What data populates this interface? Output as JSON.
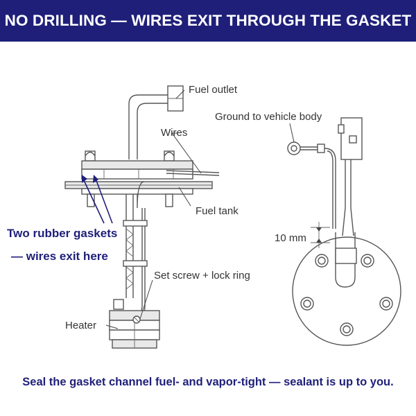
{
  "banner": {
    "title": "NO DRILLING — WIRES EXIT THROUGH THE GASKET"
  },
  "labels": {
    "fuel_outlet": "Fuel outlet",
    "wires": "Wires",
    "fuel_tank": "Fuel tank",
    "gaskets_line1": "Two rubber gaskets",
    "gaskets_line2": "— wires exit here",
    "set_screw": "Set screw + lock ring",
    "heater": "Heater",
    "ground": "Ground to vehicle body",
    "dimension": "10 mm"
  },
  "footer": {
    "note": "Seal the gasket channel fuel- and vapor-tight — sealant is up to you."
  },
  "colors": {
    "banner_bg": "#1f1f7a",
    "accent_text": "#1f1f7a",
    "line": "#555555"
  }
}
